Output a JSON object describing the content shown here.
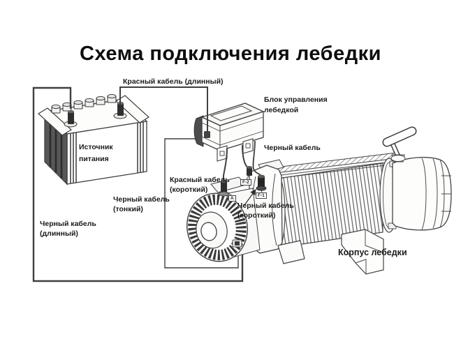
{
  "title": "Схема подключения лебедки",
  "labels": {
    "red_long_cable": {
      "line1": "Красный кабель (длинный)"
    },
    "control_block": {
      "line1": "Блок управления",
      "line2": "лебедкой"
    },
    "power_source": {
      "line1": "Источник",
      "line2": "питания"
    },
    "black_cable": {
      "line1": "Черный кабель"
    },
    "red_short_cable": {
      "line1": "Красный кабель",
      "line2": "(короткий)"
    },
    "black_thin_cable": {
      "line1": "Черный кабель",
      "line2": "(тонкий)"
    },
    "black_short_cable": {
      "line1": "Черный кабель",
      "line2": "(короткий)"
    },
    "black_long_cable": {
      "line1": "Черный кабель",
      "line2": "(длинный)"
    },
    "winch_body": {
      "line1": "Корпус лебедки"
    }
  },
  "terminal_tags": {
    "motor_a": "A",
    "field_1": "F-1",
    "field_2": "F-2"
  },
  "colors": {
    "line": "#3f3f3f",
    "dark_fill": "#3a3a3a",
    "background": "#ffffff",
    "text": "#1a1a1a"
  }
}
